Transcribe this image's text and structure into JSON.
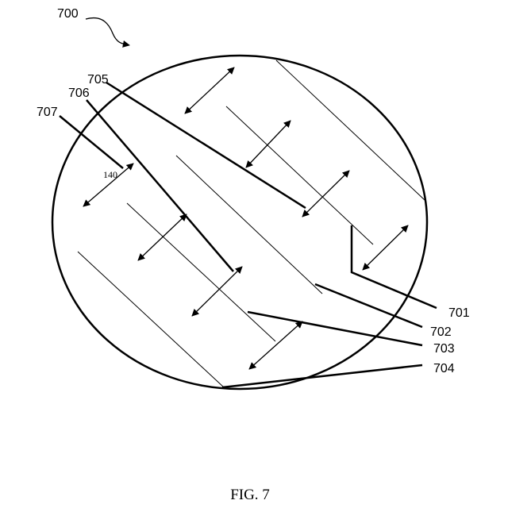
{
  "figure": {
    "caption": "FIG. 7",
    "labels": {
      "l700": "700",
      "l705": "705",
      "l706": "706",
      "l707": "707",
      "l140": "140",
      "l701": "701",
      "l702": "702",
      "l703": "703",
      "l704": "704"
    }
  }
}
